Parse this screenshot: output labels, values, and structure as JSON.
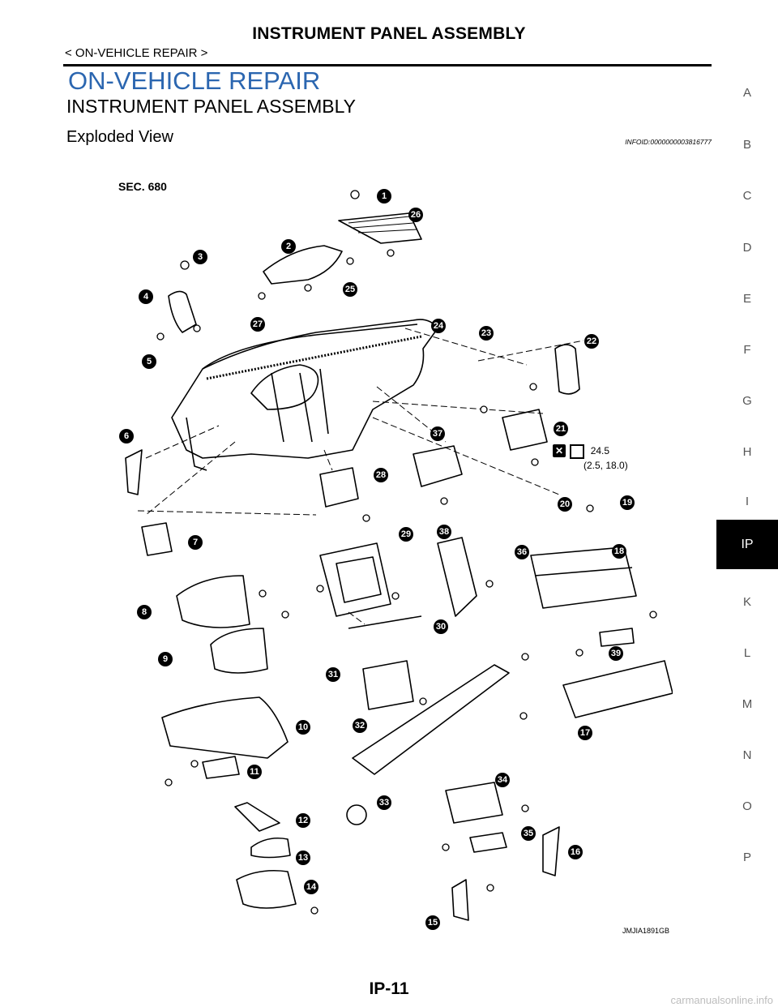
{
  "header": {
    "title": "INSTRUMENT PANEL ASSEMBLY",
    "breadcrumb": "< ON-VEHICLE REPAIR >"
  },
  "section_title": "ON-VEHICLE REPAIR",
  "subsection_title": "INSTRUMENT PANEL ASSEMBLY",
  "view_title": "Exploded View",
  "info_id": "INFOID:0000000003816777",
  "side_tabs": [
    "A",
    "B",
    "C",
    "D",
    "E",
    "F",
    "G",
    "H",
    "I",
    "IP",
    "K",
    "L",
    "M",
    "N",
    "O",
    "P"
  ],
  "active_tab": "IP",
  "diagram": {
    "section_label": "SEC. 680",
    "torque_value": "24.5",
    "torque_units": "(2.5, 18.0)",
    "figure_code": "JMJIA1891GB",
    "callouts": [
      "1",
      "2",
      "3",
      "4",
      "5",
      "6",
      "7",
      "8",
      "9",
      "10",
      "11",
      "12",
      "13",
      "14",
      "15",
      "16",
      "17",
      "18",
      "19",
      "20",
      "21",
      "22",
      "23",
      "24",
      "25",
      "26",
      "27",
      "28",
      "29",
      "30",
      "31",
      "32",
      "33",
      "34",
      "35",
      "36",
      "37",
      "38",
      "39"
    ]
  },
  "footer": {
    "page_number": "IP-11"
  },
  "watermark": "carmanualsonline.info",
  "colors": {
    "section_title": "#2b66b0",
    "active_tab_bg": "#000000"
  }
}
